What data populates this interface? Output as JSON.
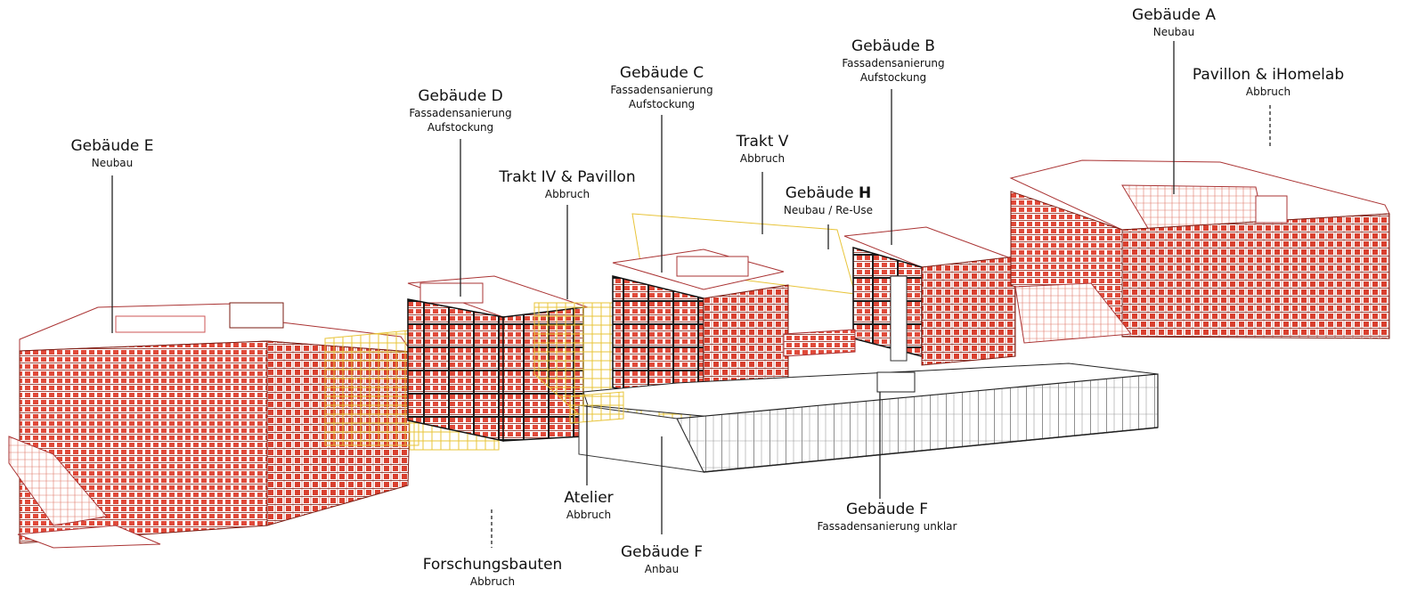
{
  "colors": {
    "existing": "#c0392b",
    "demolition": "#e8c43a",
    "new": "#111111",
    "leader": "#222222"
  },
  "labels": {
    "gebaeude_a": {
      "title": "Gebäude A",
      "sub": "Neubau"
    },
    "pavillon_ihomelab": {
      "title": "Pavillon & iHomelab",
      "sub": "Abbruch"
    },
    "gebaeude_b": {
      "title": "Gebäude B",
      "sub1": "Fassadensanierung",
      "sub2": "Aufstockung"
    },
    "gebaeude_c": {
      "title": "Gebäude C",
      "sub1": "Fassadensanierung",
      "sub2": "Aufstockung"
    },
    "gebaeude_d": {
      "title": "Gebäude D",
      "sub1": "Fassadensanierung",
      "sub2": "Aufstockung"
    },
    "gebaeude_e": {
      "title": "Gebäude E",
      "sub": "Neubau"
    },
    "trakt_iv": {
      "title": "Trakt IV & Pavillon",
      "sub": "Abbruch"
    },
    "trakt_v": {
      "title": "Trakt V",
      "sub": "Abbruch"
    },
    "gebaeude_h": {
      "title_pre": "Gebäude ",
      "title_bold": "H",
      "sub": "Neubau / Re-Use"
    },
    "atelier": {
      "title": "Atelier",
      "sub": "Abbruch"
    },
    "forschungsbauten": {
      "title": "Forschungsbauten",
      "sub": "Abbruch"
    },
    "gebaeude_f_anbau": {
      "title": "Gebäude F",
      "sub": "Anbau"
    },
    "gebaeude_f": {
      "title": "Gebäude F",
      "sub": "Fassadensanierung unklar"
    }
  }
}
